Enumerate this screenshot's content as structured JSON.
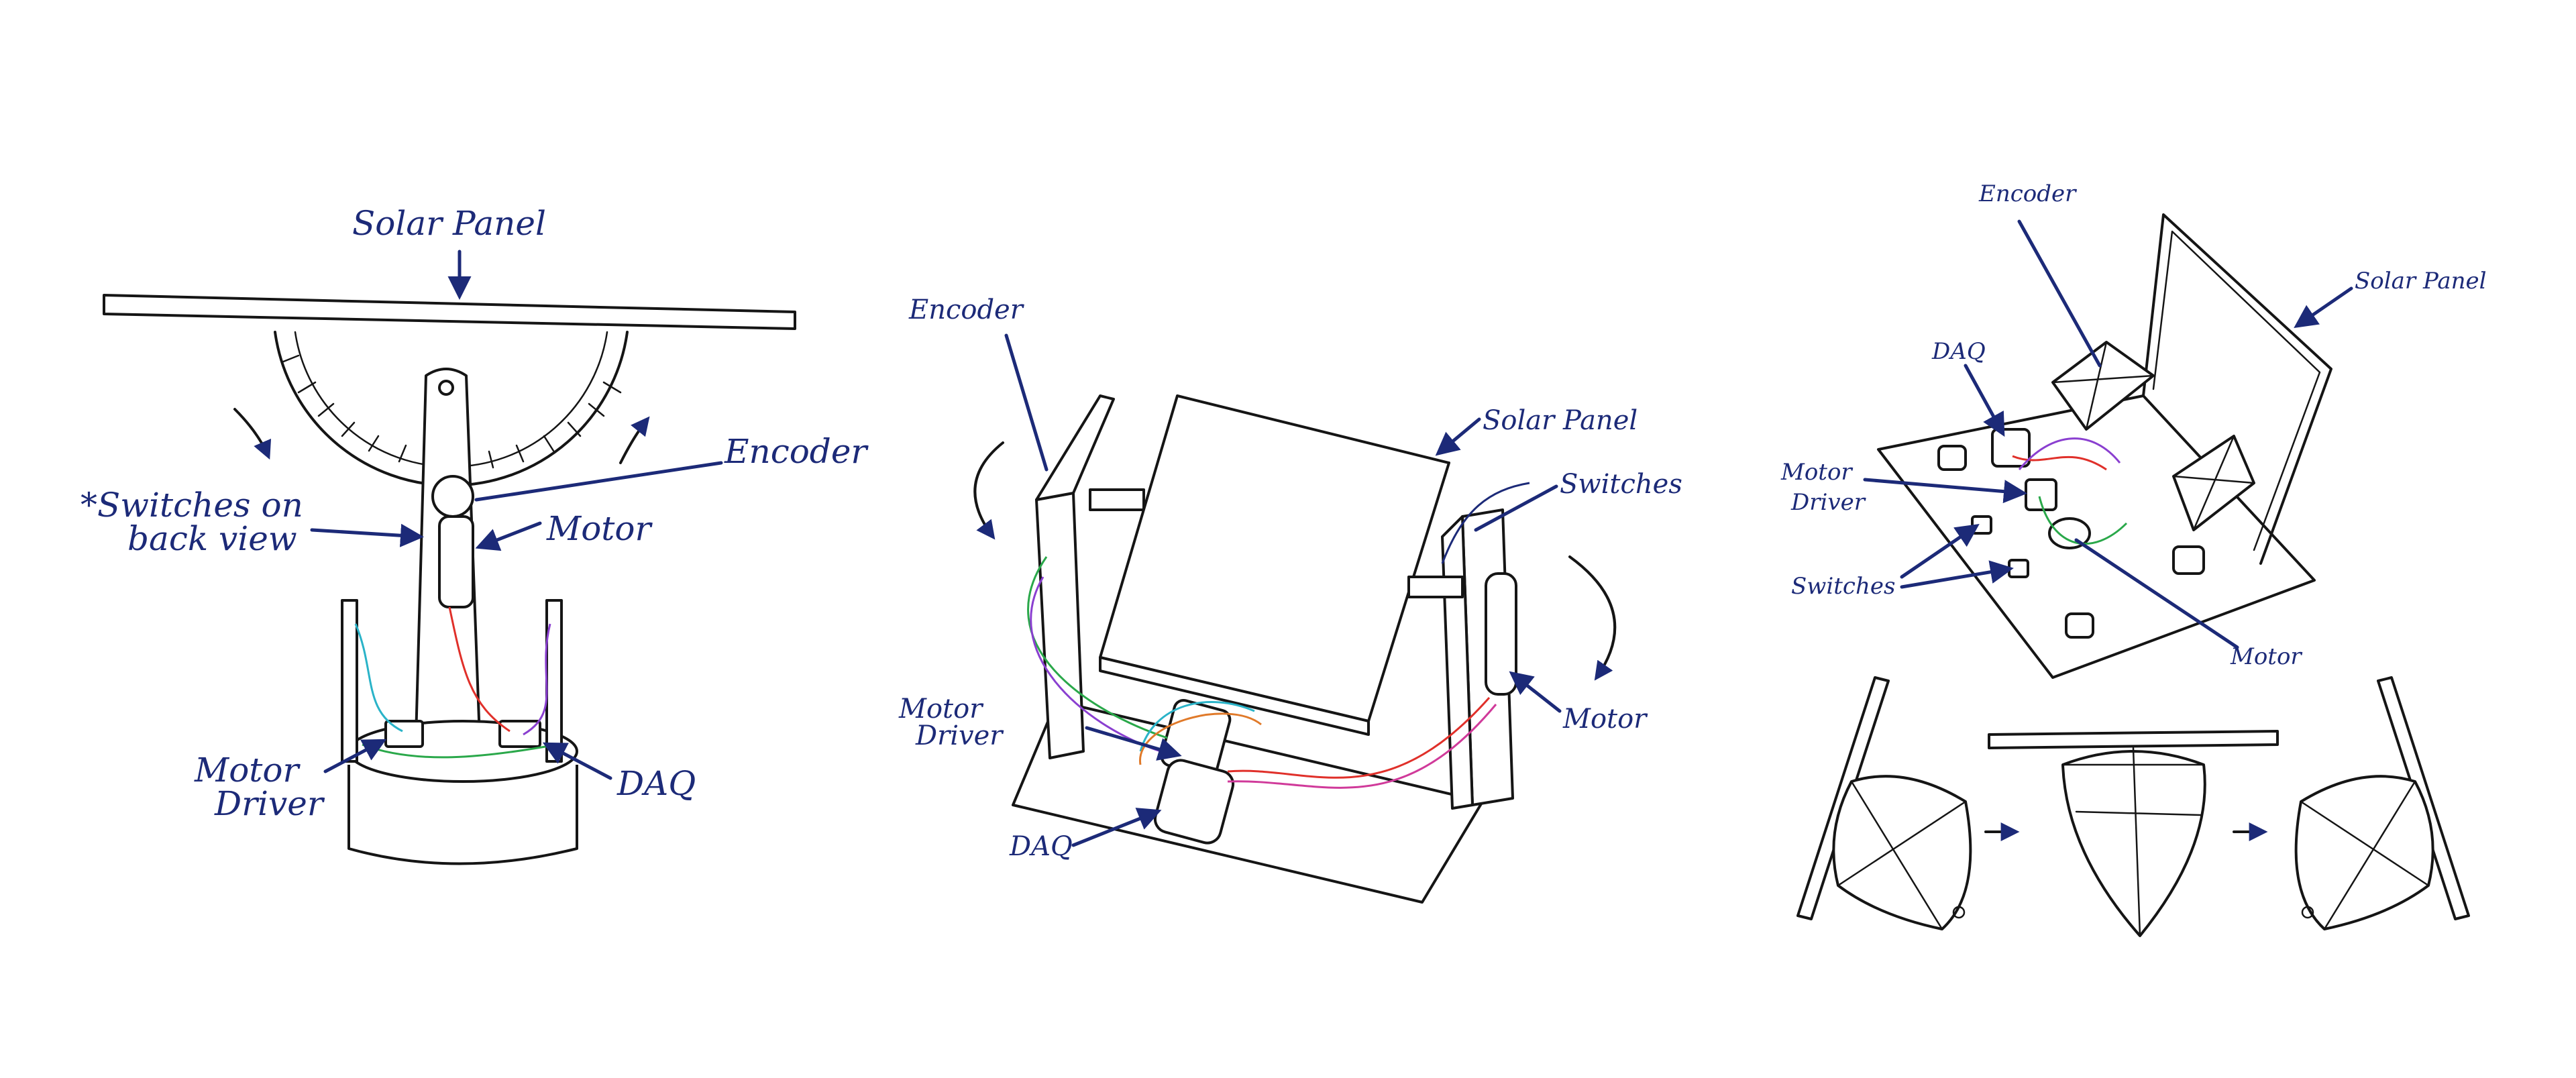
{
  "sketch_left": {
    "solar_panel": "Solar Panel",
    "encoder": "Encoder",
    "switches_line1": "*Switches on",
    "switches_line2": "back view",
    "motor": "Motor",
    "motor_driver_line1": "Motor",
    "motor_driver_line2": "Driver",
    "daq": "DAQ"
  },
  "sketch_middle": {
    "encoder": "Encoder",
    "solar_panel": "Solar Panel",
    "switches": "Switches",
    "motor": "Motor",
    "motor_driver_line1": "Motor",
    "motor_driver_line2": "Driver",
    "daq": "DAQ"
  },
  "sketch_right": {
    "encoder": "Encoder",
    "solar_panel": "Solar Panel",
    "daq": "DAQ",
    "motor_driver_line1": "Motor",
    "motor_driver_line2": "Driver",
    "switches": "Switches",
    "motor": "Motor"
  },
  "colors": {
    "ink": "#151515",
    "label_blue": "#1c2a78",
    "wire_colors": [
      "#e0302a",
      "#2aa84a",
      "#8a3fd0",
      "#2ab3c8",
      "#e07a2a",
      "#d03a9a"
    ]
  }
}
